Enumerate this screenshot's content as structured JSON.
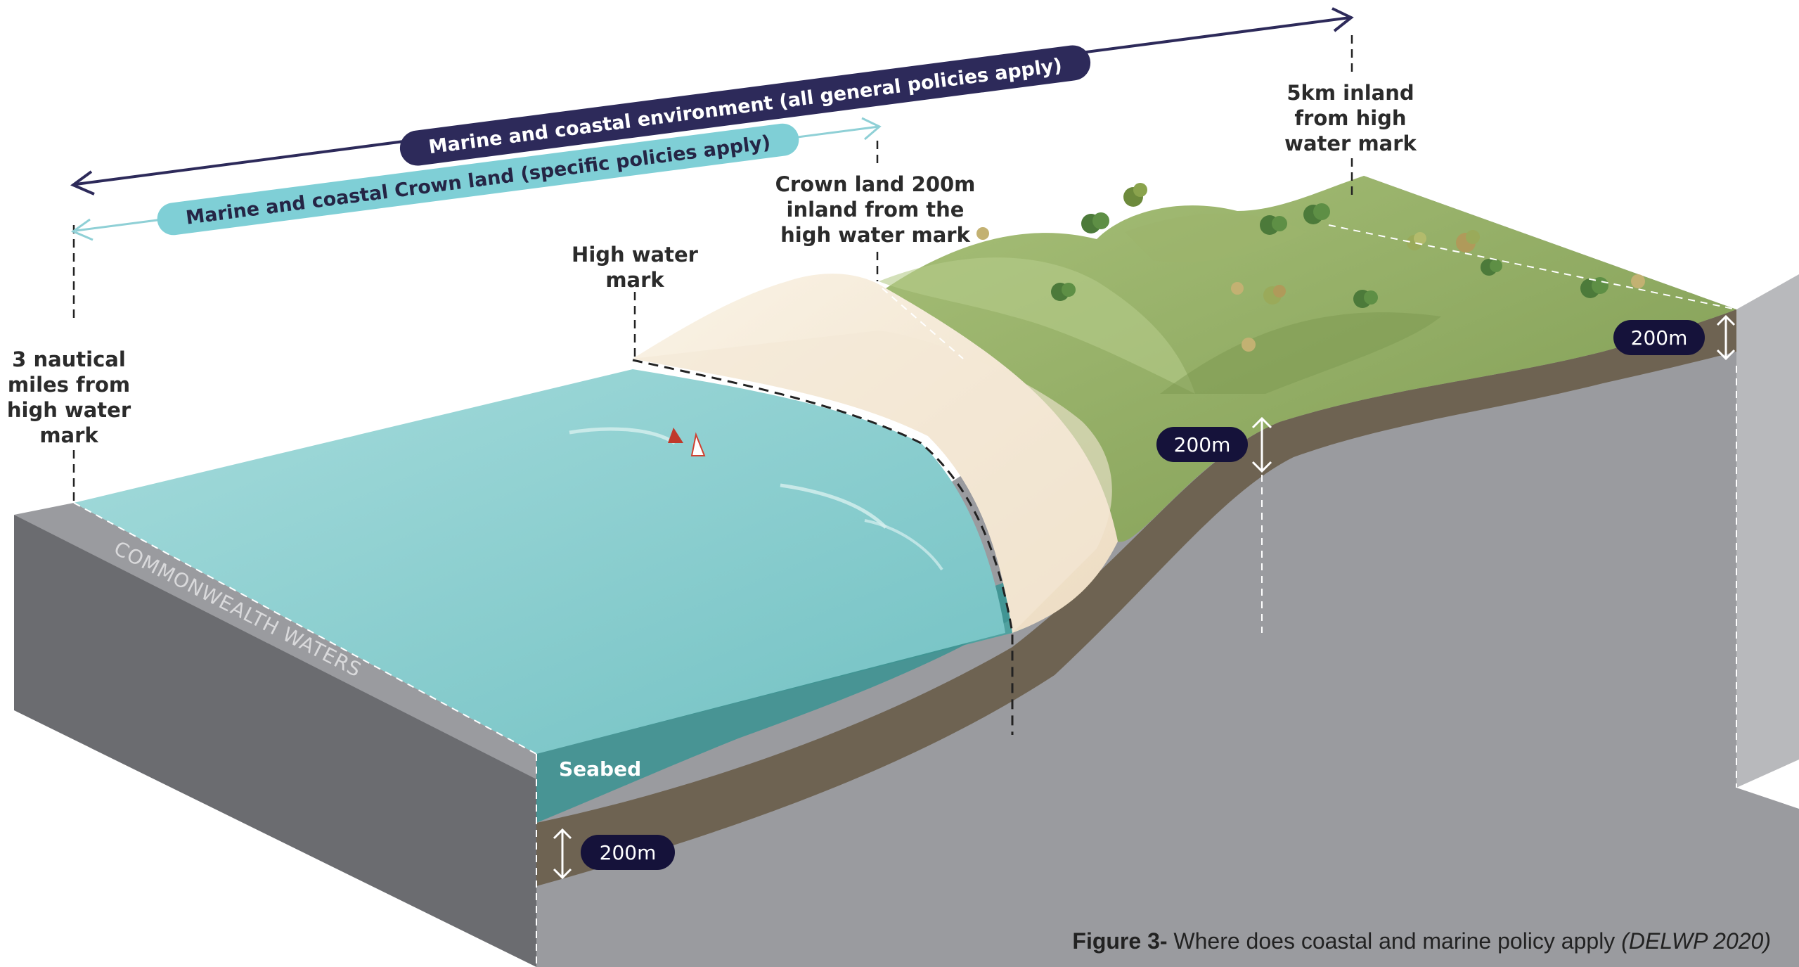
{
  "banners": {
    "environment": "Marine and coastal environment (all general policies apply)",
    "crown_land": "Marine and coastal Crown land (specific policies apply)"
  },
  "labels": {
    "three_nm": [
      "3 nautical",
      "miles from",
      "high water",
      "mark"
    ],
    "high_water": [
      "High water",
      "mark"
    ],
    "crown_200m": [
      "Crown land 200m",
      "inland from the",
      "high water mark"
    ],
    "inland_5km": [
      "5km inland",
      "from high",
      "water mark"
    ],
    "commonwealth": "COMMONWEALTH WATERS",
    "seabed": "Seabed"
  },
  "depth_badges": {
    "seabed": "200m",
    "mid": "200m",
    "right": "200m"
  },
  "caption": {
    "figure": "Figure 3-",
    "text": " Where does coastal and marine policy apply ",
    "source": "(DELWP 2020)"
  },
  "colors": {
    "navy": "#2d2a5a",
    "teal": "#7fcfd6",
    "sea": "#8ecfd0",
    "sand": "#f1e6d3",
    "grass": "#8faa5e",
    "soil": "#6e6352",
    "rock": "#9a9b9f",
    "rock_dark": "#6b6c70"
  }
}
